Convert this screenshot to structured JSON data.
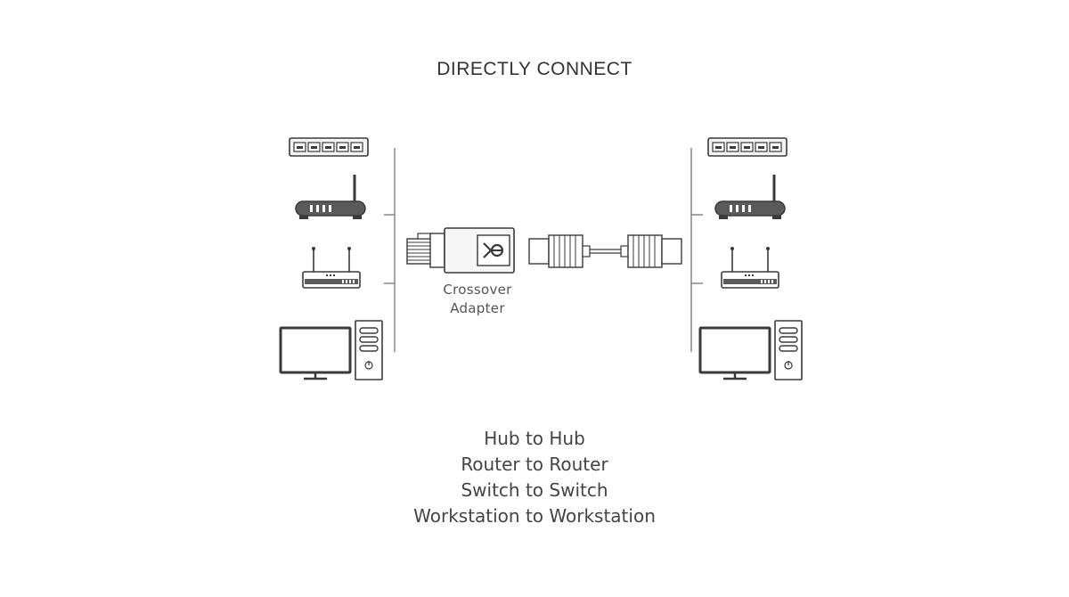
{
  "title": "DIRECTLY CONNECT",
  "adapter": {
    "label_line1": "Crossover",
    "label_line2": "Adapter"
  },
  "connections": [
    "Hub to Hub",
    "Router to Router",
    "Switch to Switch",
    "Workstation to Workstation"
  ],
  "device_icons": [
    "hub-icon",
    "router-icon",
    "wireless-router-icon",
    "workstation-icon"
  ],
  "colors": {
    "ink": "#3a3a3a",
    "fill_dark": "#5a5a5a",
    "fill_light": "#e6e6e6"
  }
}
